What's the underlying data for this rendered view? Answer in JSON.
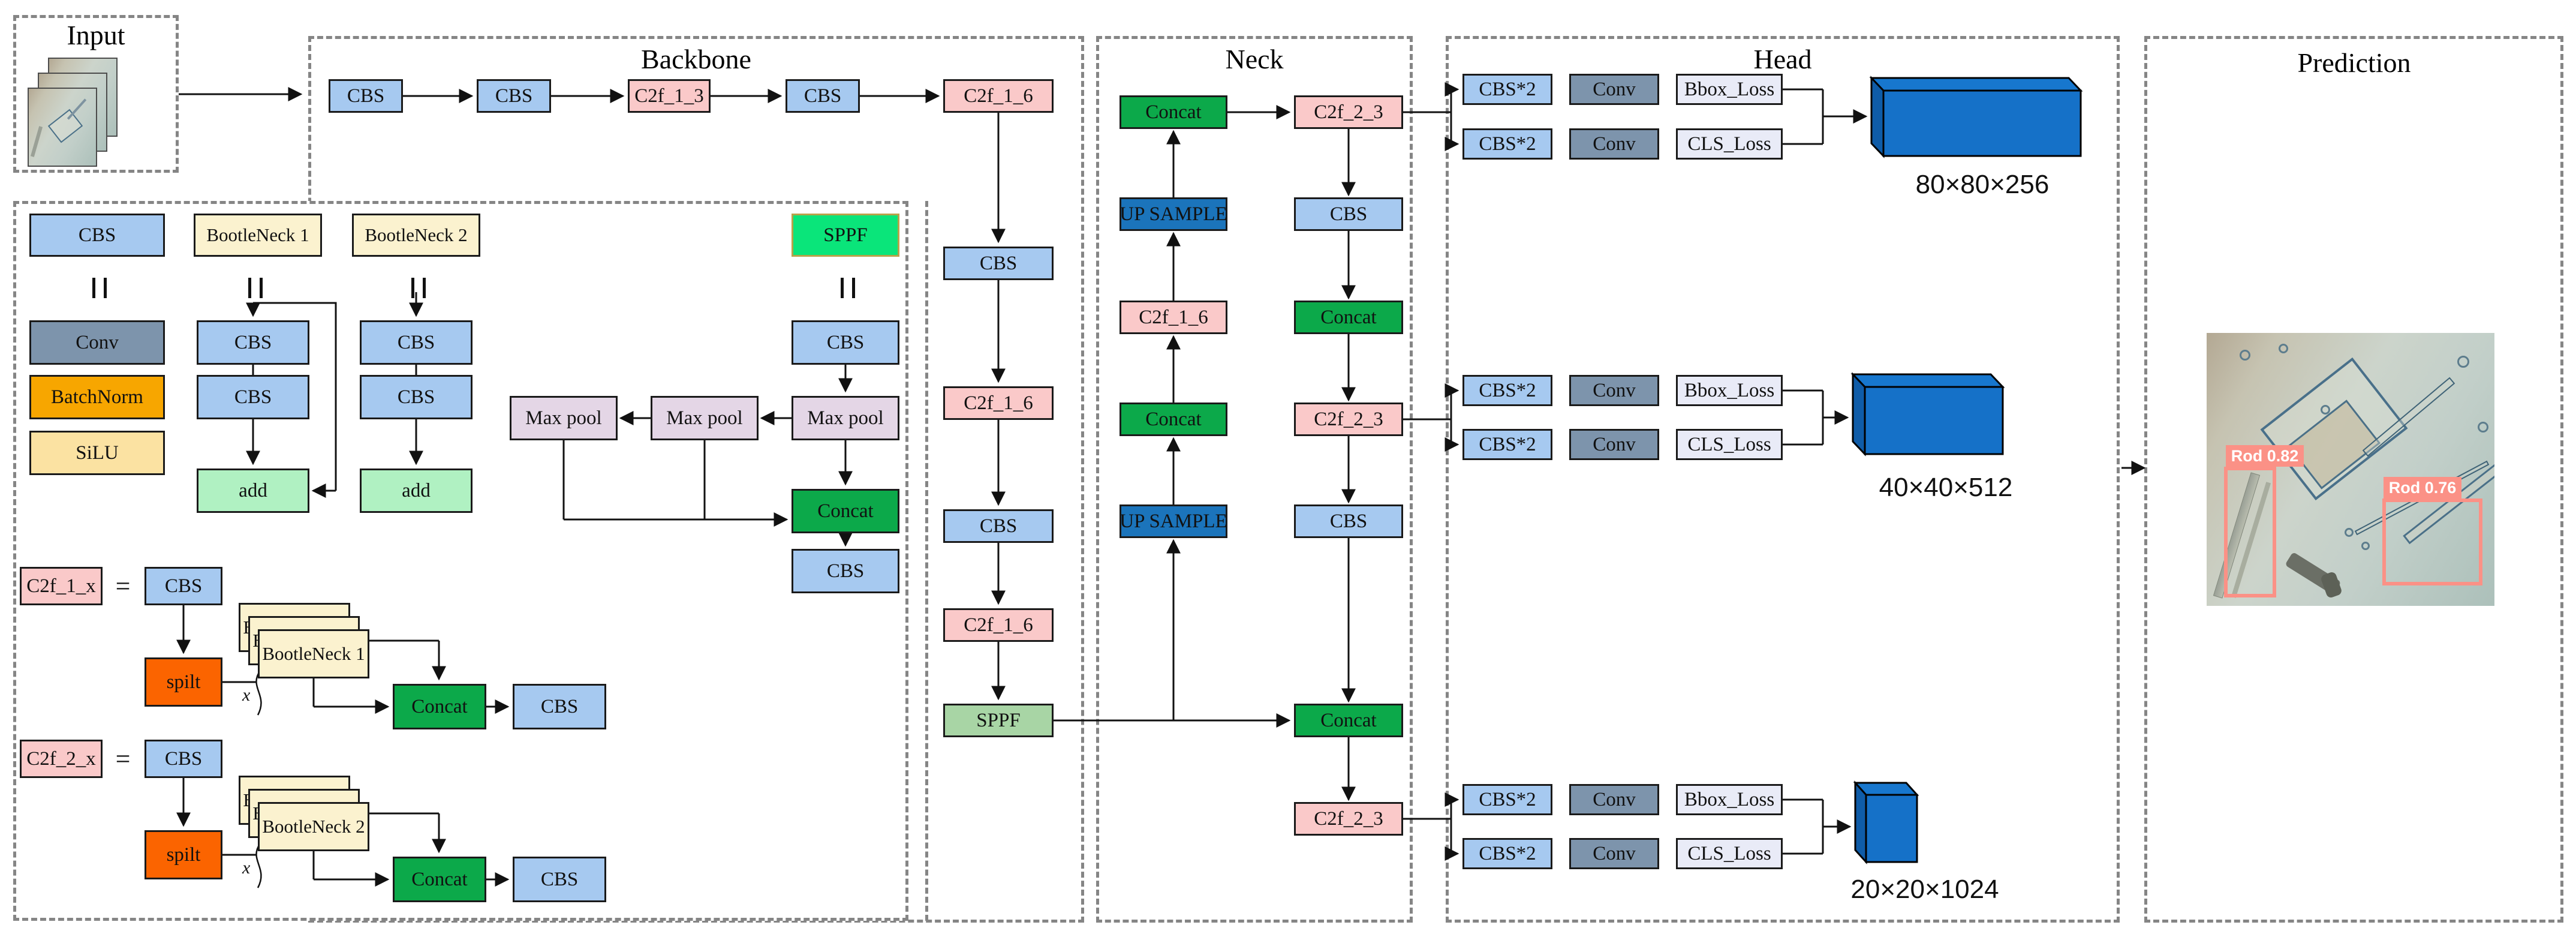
{
  "sections": {
    "input": {
      "title": "Input"
    },
    "backbone": {
      "title": "Backbone"
    },
    "neck": {
      "title": "Neck"
    },
    "head": {
      "title": "Head"
    },
    "prediction": {
      "title": "Prediction"
    }
  },
  "palette": {
    "cbs": "#a6c9f0",
    "c2f": "#fac9c9",
    "concat": "#0ca94a",
    "upsample": "#1b74bb",
    "conv": "#7d94ac",
    "batchnorm": "#f7a600",
    "silu": "#fbe2a2",
    "bottleneck": "#fbf2cf",
    "maxpool": "#e4d6e6",
    "add": "#b0f1c2",
    "split": "#fb6400",
    "loss": "#e9ebf7",
    "sppf": "#a8d5a5",
    "sppf_legend": "#0ae57a",
    "cuboid_front": "#1571c8",
    "cuboid_top": "#1777ce",
    "cuboid_side": "#0f5ca8",
    "detection": "#fb9186",
    "dashed_border": "#858585"
  },
  "symbols": {
    "equiv": "‖",
    "equals": "=",
    "repeat": "x"
  },
  "nodes": [
    {
      "id": "bb_cbs1",
      "label": "CBS",
      "kind": "cbs"
    },
    {
      "id": "bb_cbs2",
      "label": "CBS",
      "kind": "cbs"
    },
    {
      "id": "bb_c2f13",
      "label": "C2f_1_3",
      "kind": "c2f"
    },
    {
      "id": "bb_cbs3",
      "label": "CBS",
      "kind": "cbs"
    },
    {
      "id": "bb_c2f16a",
      "label": "C2f_1_6",
      "kind": "c2f"
    },
    {
      "id": "bb_cbs4",
      "label": "CBS",
      "kind": "cbs"
    },
    {
      "id": "bb_c2f16b",
      "label": "C2f_1_6",
      "kind": "c2f"
    },
    {
      "id": "bb_cbs5",
      "label": "CBS",
      "kind": "cbs"
    },
    {
      "id": "bb_c2f16c",
      "label": "C2f_1_6",
      "kind": "c2f"
    },
    {
      "id": "bb_sppf",
      "label": "SPPF",
      "kind": "sppf"
    },
    {
      "id": "nk_concat1",
      "label": "Concat",
      "kind": "concat"
    },
    {
      "id": "nk_up1",
      "label": "UP SAMPLE",
      "kind": "upsample"
    },
    {
      "id": "nk_c2f16",
      "label": "C2f_1_6",
      "kind": "c2f"
    },
    {
      "id": "nk_concat2",
      "label": "Concat",
      "kind": "concat"
    },
    {
      "id": "nk_up2",
      "label": "UP SAMPLE",
      "kind": "upsample"
    },
    {
      "id": "nk_c2f23a",
      "label": "C2f_2_3",
      "kind": "c2f"
    },
    {
      "id": "nk_cbs1",
      "label": "CBS",
      "kind": "cbs"
    },
    {
      "id": "nk_concat3",
      "label": "Concat",
      "kind": "concat"
    },
    {
      "id": "nk_c2f23b",
      "label": "C2f_2_3",
      "kind": "c2f"
    },
    {
      "id": "nk_cbs2",
      "label": "CBS",
      "kind": "cbs"
    },
    {
      "id": "nk_concat4",
      "label": "Concat",
      "kind": "concat"
    },
    {
      "id": "nk_c2f23c",
      "label": "C2f_2_3",
      "kind": "c2f"
    },
    {
      "id": "hd1_cbs2a",
      "label": "CBS*2",
      "kind": "cbs"
    },
    {
      "id": "hd1_conva",
      "label": "Conv",
      "kind": "conv"
    },
    {
      "id": "hd1_bbox",
      "label": "Bbox_Loss",
      "kind": "loss"
    },
    {
      "id": "hd1_cbs2b",
      "label": "CBS*2",
      "kind": "cbs"
    },
    {
      "id": "hd1_convb",
      "label": "Conv",
      "kind": "conv"
    },
    {
      "id": "hd1_cls",
      "label": "CLS_Loss",
      "kind": "loss"
    },
    {
      "id": "hd2_cbs2a",
      "label": "CBS*2",
      "kind": "cbs"
    },
    {
      "id": "hd2_conva",
      "label": "Conv",
      "kind": "conv"
    },
    {
      "id": "hd2_bbox",
      "label": "Bbox_Loss",
      "kind": "loss"
    },
    {
      "id": "hd2_cbs2b",
      "label": "CBS*2",
      "kind": "cbs"
    },
    {
      "id": "hd2_convb",
      "label": "Conv",
      "kind": "conv"
    },
    {
      "id": "hd2_cls",
      "label": "CLS_Loss",
      "kind": "loss"
    },
    {
      "id": "hd3_cbs2a",
      "label": "CBS*2",
      "kind": "cbs"
    },
    {
      "id": "hd3_conva",
      "label": "Conv",
      "kind": "conv"
    },
    {
      "id": "hd3_bbox",
      "label": "Bbox_Loss",
      "kind": "loss"
    },
    {
      "id": "hd3_cbs2b",
      "label": "CBS*2",
      "kind": "cbs"
    },
    {
      "id": "hd3_convb",
      "label": "Conv",
      "kind": "conv"
    },
    {
      "id": "hd3_cls",
      "label": "CLS_Loss",
      "kind": "loss"
    },
    {
      "id": "lg_cbs",
      "label": "CBS",
      "kind": "cbs"
    },
    {
      "id": "lg_conv",
      "label": "Conv",
      "kind": "conv"
    },
    {
      "id": "lg_bn",
      "label": "BatchNorm",
      "kind": "batchnorm"
    },
    {
      "id": "lg_silu",
      "label": "SiLU",
      "kind": "silu"
    },
    {
      "id": "lg_bn1",
      "label": "BootleNeck 1",
      "kind": "bottleneck"
    },
    {
      "id": "lg_b1_cbs1",
      "label": "CBS",
      "kind": "cbs"
    },
    {
      "id": "lg_b1_cbs2",
      "label": "CBS",
      "kind": "cbs"
    },
    {
      "id": "lg_b1_add",
      "label": "add",
      "kind": "add"
    },
    {
      "id": "lg_bn2",
      "label": "BootleNeck 2",
      "kind": "bottleneck"
    },
    {
      "id": "lg_b2_cbs1",
      "label": "CBS",
      "kind": "cbs"
    },
    {
      "id": "lg_b2_cbs2",
      "label": "CBS",
      "kind": "cbs"
    },
    {
      "id": "lg_b2_add",
      "label": "add",
      "kind": "add"
    },
    {
      "id": "lg_sppf",
      "label": "SPPF",
      "kind": "sppf_legend"
    },
    {
      "id": "lg_sp_cbs1",
      "label": "CBS",
      "kind": "cbs"
    },
    {
      "id": "lg_mp1",
      "label": "Max pool",
      "kind": "maxpool"
    },
    {
      "id": "lg_mp2",
      "label": "Max pool",
      "kind": "maxpool"
    },
    {
      "id": "lg_mp3",
      "label": "Max pool",
      "kind": "maxpool"
    },
    {
      "id": "lg_sp_concat",
      "label": "Concat",
      "kind": "concat"
    },
    {
      "id": "lg_sp_cbs2",
      "label": "CBS",
      "kind": "cbs"
    },
    {
      "id": "lg_c2f1x",
      "label": "C2f_1_x",
      "kind": "c2f"
    },
    {
      "id": "lg_c2f1_cbs",
      "label": "CBS",
      "kind": "cbs"
    },
    {
      "id": "lg_c2f1_split",
      "label": "spilt",
      "kind": "split"
    },
    {
      "id": "lg_b1card_back",
      "label": "BootleNeck 1",
      "kind": "bottleneck"
    },
    {
      "id": "lg_b1card_mid",
      "label": "BootleNeck 1",
      "kind": "bottleneck"
    },
    {
      "id": "lg_b1card_front",
      "label": "BootleNeck 1",
      "kind": "bottleneck"
    },
    {
      "id": "lg_c2f1_concat",
      "label": "Concat",
      "kind": "concat"
    },
    {
      "id": "lg_c2f1_cbs2",
      "label": "CBS",
      "kind": "cbs"
    },
    {
      "id": "lg_c2f2x",
      "label": "C2f_2_x",
      "kind": "c2f"
    },
    {
      "id": "lg_c2f2_cbs",
      "label": "CBS",
      "kind": "cbs"
    },
    {
      "id": "lg_c2f2_split",
      "label": "spilt",
      "kind": "split"
    },
    {
      "id": "lg_b2card_back",
      "label": "BootleNeck 2",
      "kind": "bottleneck"
    },
    {
      "id": "lg_b2card_mid",
      "label": "BootleNeck 2",
      "kind": "bottleneck"
    },
    {
      "id": "lg_b2card_front",
      "label": "BootleNeck 2",
      "kind": "bottleneck"
    },
    {
      "id": "lg_c2f2_concat",
      "label": "Concat",
      "kind": "concat"
    },
    {
      "id": "lg_c2f2_cbs2",
      "label": "CBS",
      "kind": "cbs"
    }
  ],
  "head_outputs": [
    {
      "dims": "80×80×256"
    },
    {
      "dims": "40×40×512"
    },
    {
      "dims": "20×20×1024"
    }
  ],
  "detections": [
    {
      "label": "Rod 0.82"
    },
    {
      "label": "Rod 0.76"
    }
  ]
}
